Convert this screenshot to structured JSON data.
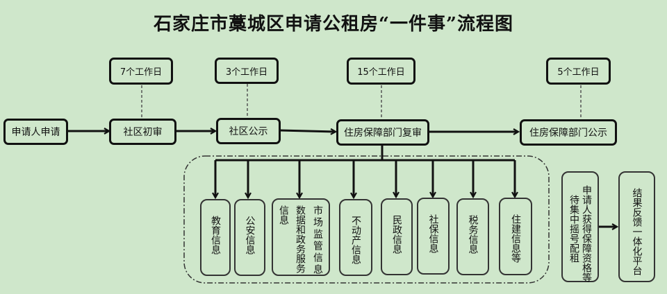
{
  "title": "石家庄市藁城区申请公租房“一件事”流程图",
  "main_flow": [
    {
      "id": "apply",
      "label": "申请人申请"
    },
    {
      "id": "community-review",
      "label": "社区初审"
    },
    {
      "id": "community-publicity",
      "label": "社区公示"
    },
    {
      "id": "housing-review",
      "label": "住房保障部门复审"
    },
    {
      "id": "housing-publicity",
      "label": "住房保障部门公示"
    }
  ],
  "durations": [
    {
      "for": "community-review",
      "label": "7个工作日"
    },
    {
      "for": "community-publicity",
      "label": "3个工作日"
    },
    {
      "for": "housing-review",
      "label": "15个工作日"
    },
    {
      "for": "housing-publicity",
      "label": "5个工作日"
    }
  ],
  "info_sources": [
    {
      "label": "教育信息"
    },
    {
      "label": "公安信息"
    },
    {
      "label": "市场监管信息数据和政务服务信息"
    },
    {
      "label": "不动产信息"
    },
    {
      "label": "民政信息"
    },
    {
      "label": "社保信息"
    },
    {
      "label": "税务信息"
    },
    {
      "label": "住建信息等"
    }
  ],
  "market_box": {
    "col1": "市场监管信息",
    "col2": "数据和政务服务",
    "col3": "信息"
  },
  "final_steps": [
    {
      "col1": "申请人获得保障资格等",
      "col2": "待集中摇号配租"
    },
    {
      "label": "结果反馈一体化平台"
    }
  ]
}
